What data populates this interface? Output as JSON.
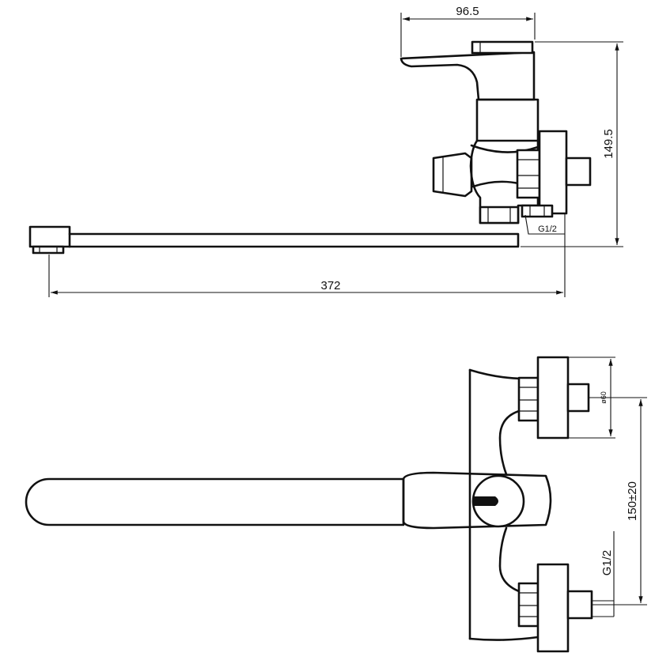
{
  "drawing": {
    "side_view": {
      "dim_top_width": "96.5",
      "dim_height": "149.5",
      "dim_length": "372",
      "thread_label": "G1/2"
    },
    "top_view": {
      "dim_diameter": "ø60",
      "dim_center_distance": "150±20",
      "thread_label": "G1/2"
    }
  }
}
